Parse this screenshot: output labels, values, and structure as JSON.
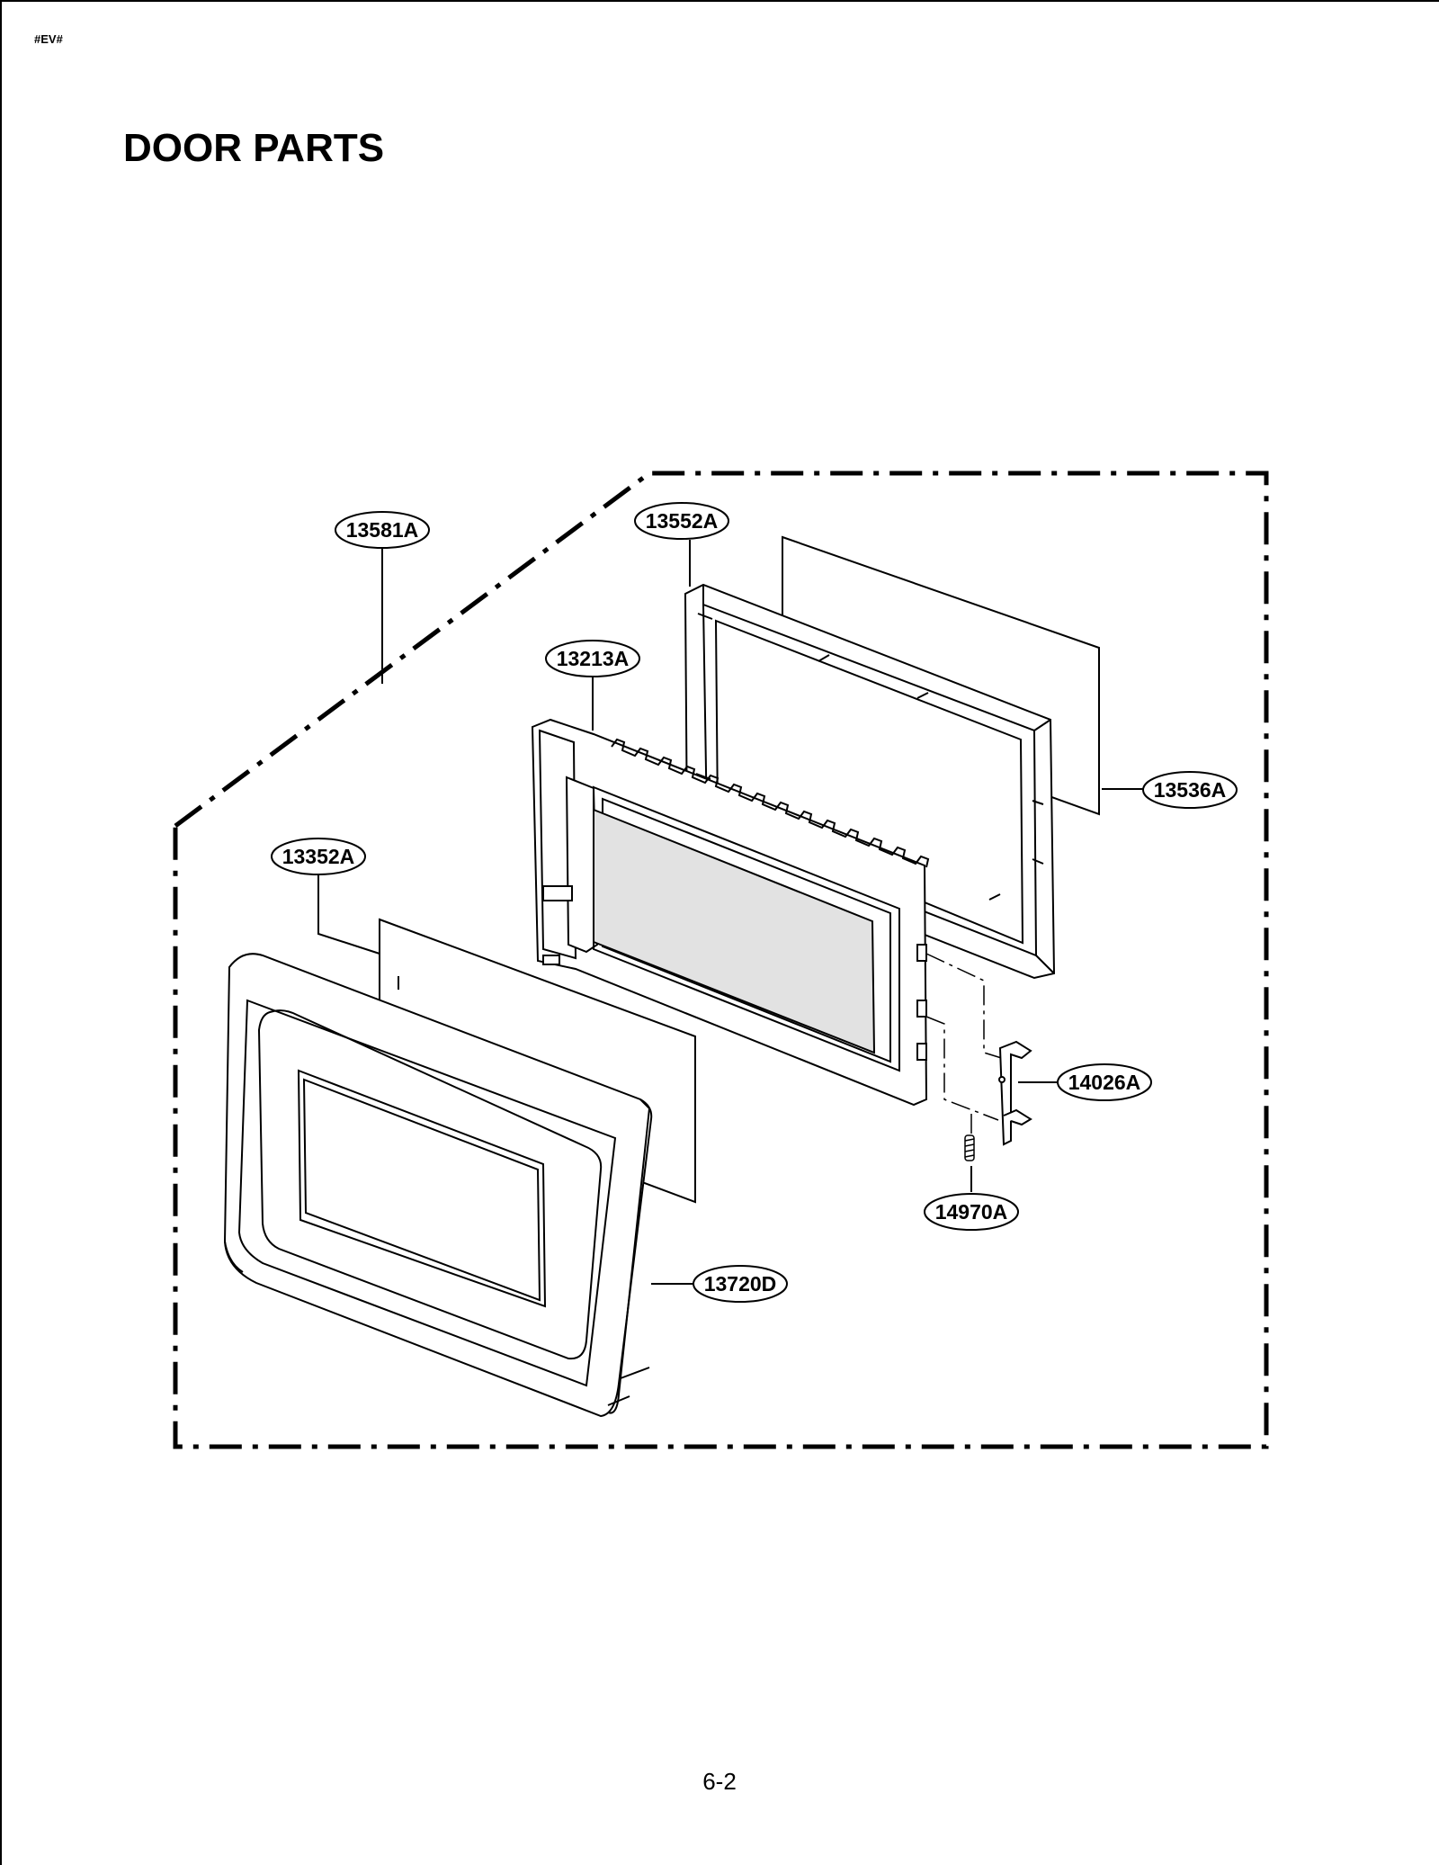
{
  "header": {
    "tag": "#EV#"
  },
  "title": "DOOR PARTS",
  "page_number": "6-2",
  "callouts": {
    "c13581A": "13581A",
    "c13552A": "13552A",
    "c13213A": "13213A",
    "c13536A": "13536A",
    "c13352A": "13352A",
    "c14026A": "14026A",
    "c14970A": "14970A",
    "c13720D": "13720D"
  },
  "colors": {
    "line": "#000000",
    "glass": "#e2e2e2",
    "background": "#ffffff"
  }
}
